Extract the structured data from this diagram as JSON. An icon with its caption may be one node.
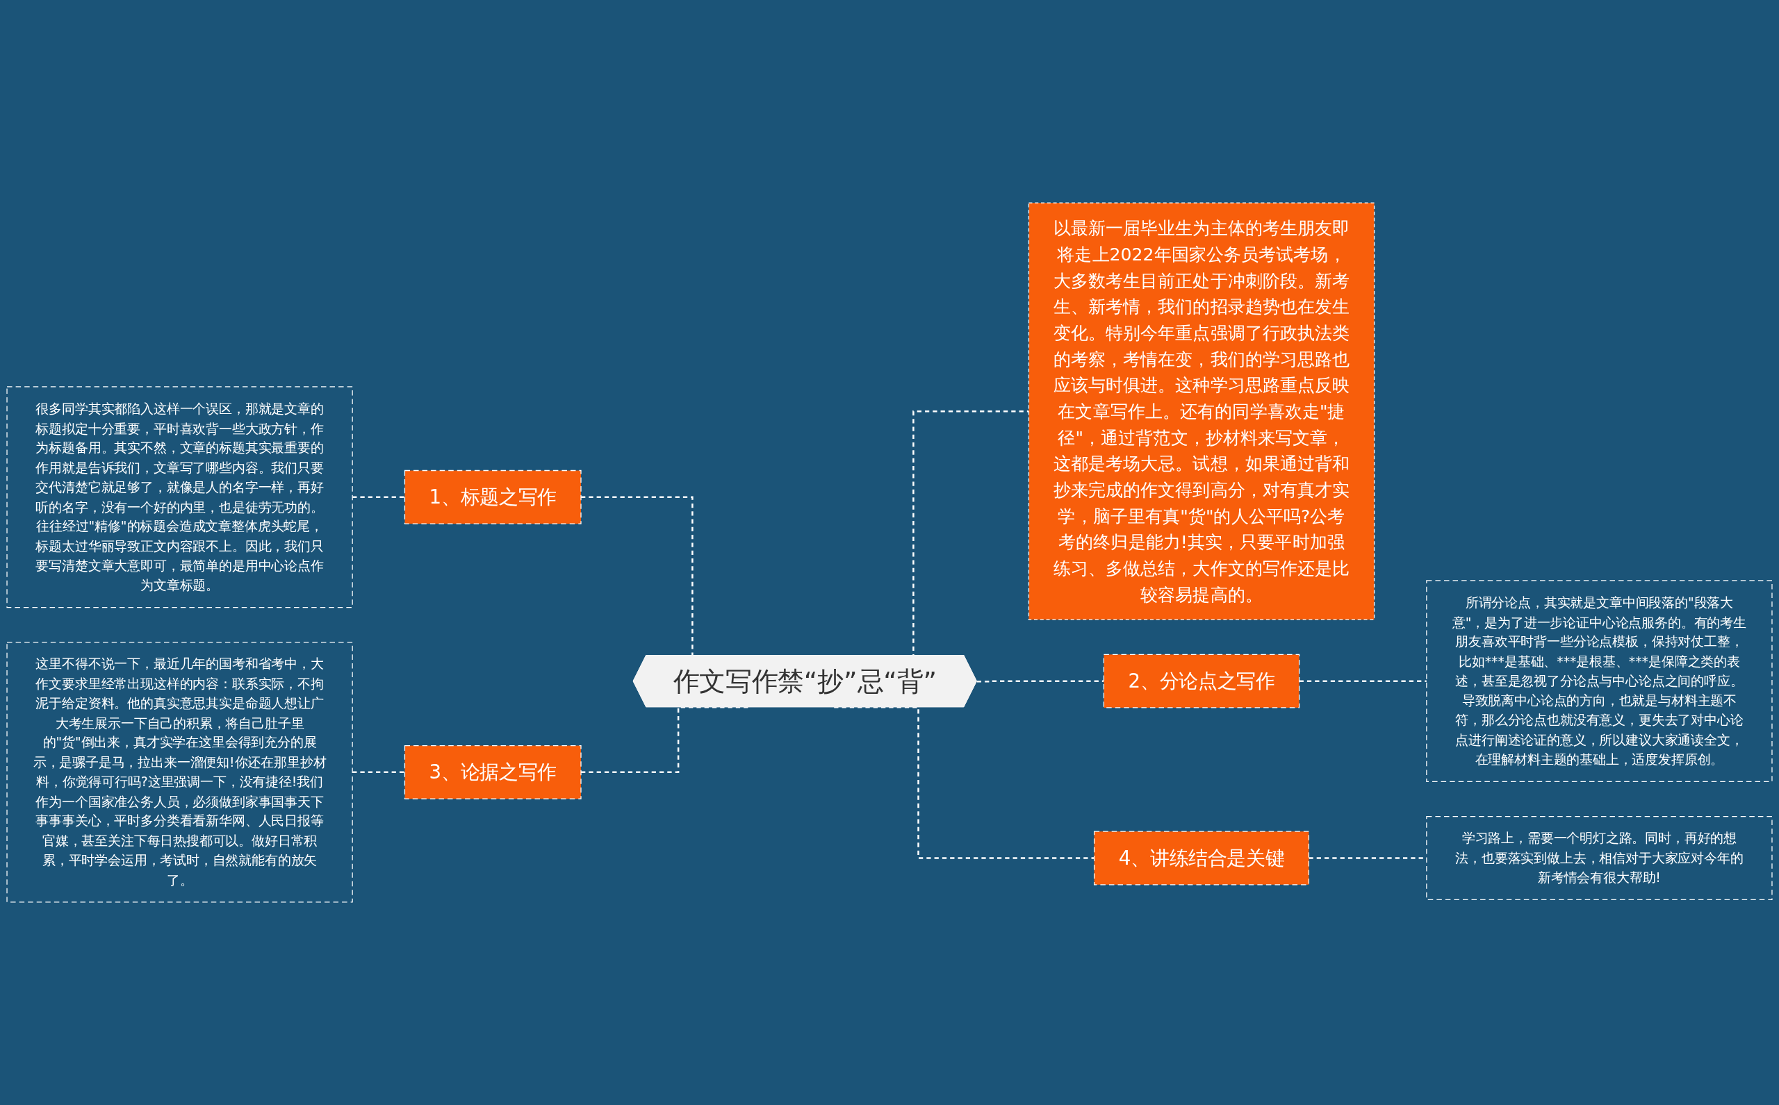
{
  "diagram": {
    "nodes": [
      {
        "text": [
          "作文写作禁“抄”忌“背”"
        ]
      },
      {
        "text": [
          "1、标题之写作"
        ]
      },
      {
        "text": [
          "很多同学其实都陷入这样一个误区，那就是文章的标题拟定十分重要，平时喜欢背一些大政方针，作为标题备用。其实不然，文章的标题其实最重要的作用就是告诉我们，文章写了哪些内容。我们只要交代清楚它就足够了，就像是人的名字一样，再好听的名字，没有一个好的内里，也是徒劳无功的。往往经过\"精修\"的标题会造成文章整体虎头蛇尾，标题太过华丽导致正文内容跟不上。因此，我们只要写清楚文章大意即可，最简单的是用中心论点作为文章标题。"
        ]
      },
      {
        "text": [
          "3、论据之写作"
        ]
      },
      {
        "text": [
          "这里不得不说一下，最近几年的国考和省考中，大作文要求里经常出现这样的内容：联系实际，不拘泥于给定资料。他的真实意思其实是命题人想让广大考生展示一下自己的积累，将自己肚子里的\"货\"倒出来，真才实学在这里会得到充分的展示，是骡子是马，拉出来一溜便知!你还在那里抄材料，你觉得可行吗?这里强调一下，没有捷径!我们作为一个国家准公务人员，必须做到家事国事天下事事事关心，平时多分类看看新华网、人民日报等官媒，甚至关注下每日热搜都可以。做好日常积累，平时学会运用，考试时，自然就能有的放矢了。"
        ]
      },
      {
        "text": [
          "以最新一届毕业生为主体的考生朋友即将走上2022年国家公务员考试考场，大多数考生目前正处于冲刺阶段。新考生、新考情，我们的招录趋势也在发生变化。特别今年重点强调了行政执法类的考察，考情在变，我们的学习思路也应该与时俱进。这种学习思路重点反映在文章写作上。还有的同学喜欢走\"捷径\"，通过背范文，抄材料来写文章，这都是考场大忌。试想，如果通过背和抄来完成的作文得到高分，对有真才实学，脑子里有真\"货\"的人公平吗?公考考的终归是能力!其实，只要平时加强练习、多做总结，大作文的写作还是比较容易提高的。"
        ]
      },
      {
        "text": [
          "2、分论点之写作"
        ]
      },
      {
        "text": [
          "所谓分论点，其实就是文章中间段落的\"段落大意\"，是为了进一步论证中心论点服务的。有的考生朋友喜欢平时背一些分论点模板，保持对仗工整，比如***是基础、***是根基、***是保障之类的表述，甚至是忽视了分论点与中心论点之间的呼应。导致脱离中心论点的方向，也就是与材料主题不符，那么分论点也就没有意义，更失去了对中心论点进行阐述论证的意义，所以建议大家通读全文，在理解材料主题的基础上，适度发挥原创。"
        ]
      },
      {
        "text": [
          "4、讲练结合是关键"
        ]
      },
      {
        "text": [
          "学习路上，需要一个明灯之路。同时，再好的想法，也要落实到做上去，相信对于大家应对今年的新考情会有很大帮助!"
        ]
      }
    ],
    "edges": [
      {
        "from": 2,
        "to": 1,
        "arrow": "none",
        "style": "dashed"
      },
      {
        "from": 1,
        "to": 0,
        "arrow": "none",
        "style": "dashed"
      },
      {
        "from": 4,
        "to": 3,
        "arrow": "none",
        "style": "dashed"
      },
      {
        "from": 3,
        "to": 0,
        "arrow": "none",
        "style": "dashed"
      },
      {
        "from": 0,
        "to": 5,
        "arrow": "none",
        "style": "dashed"
      },
      {
        "from": 0,
        "to": 6,
        "arrow": "none",
        "style": "dashed"
      },
      {
        "from": 6,
        "to": 7,
        "arrow": "none",
        "style": "dashed"
      },
      {
        "from": 0,
        "to": 8,
        "arrow": "none",
        "style": "dashed"
      },
      {
        "from": 8,
        "to": 9,
        "arrow": "none",
        "style": "dashed"
      }
    ]
  }
}
